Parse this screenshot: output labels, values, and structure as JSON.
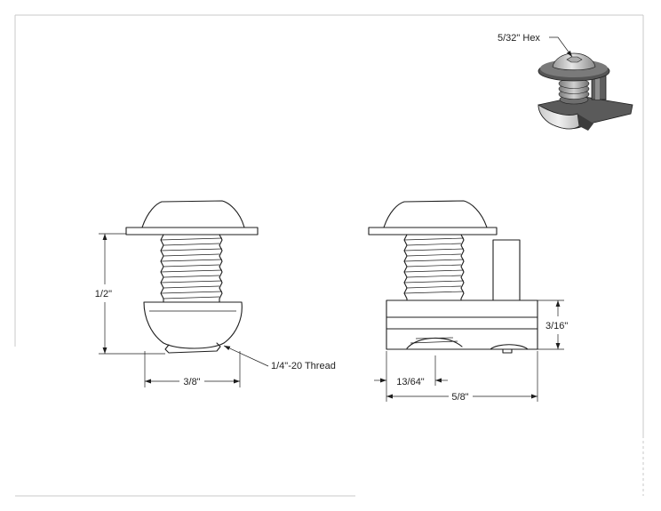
{
  "labels": {
    "hex": "5/32\" Hex",
    "left_view": {
      "height": "1/2\"",
      "thread": "1/4\"-20 Thread",
      "width": "3/8\""
    },
    "right_view": {
      "height": "3/16\"",
      "offset": "13/64\"",
      "width": "5/8\""
    }
  },
  "colors": {
    "ink": "#1e1e1e",
    "sheet": "#ffffff",
    "border": "#c8c8c8"
  }
}
